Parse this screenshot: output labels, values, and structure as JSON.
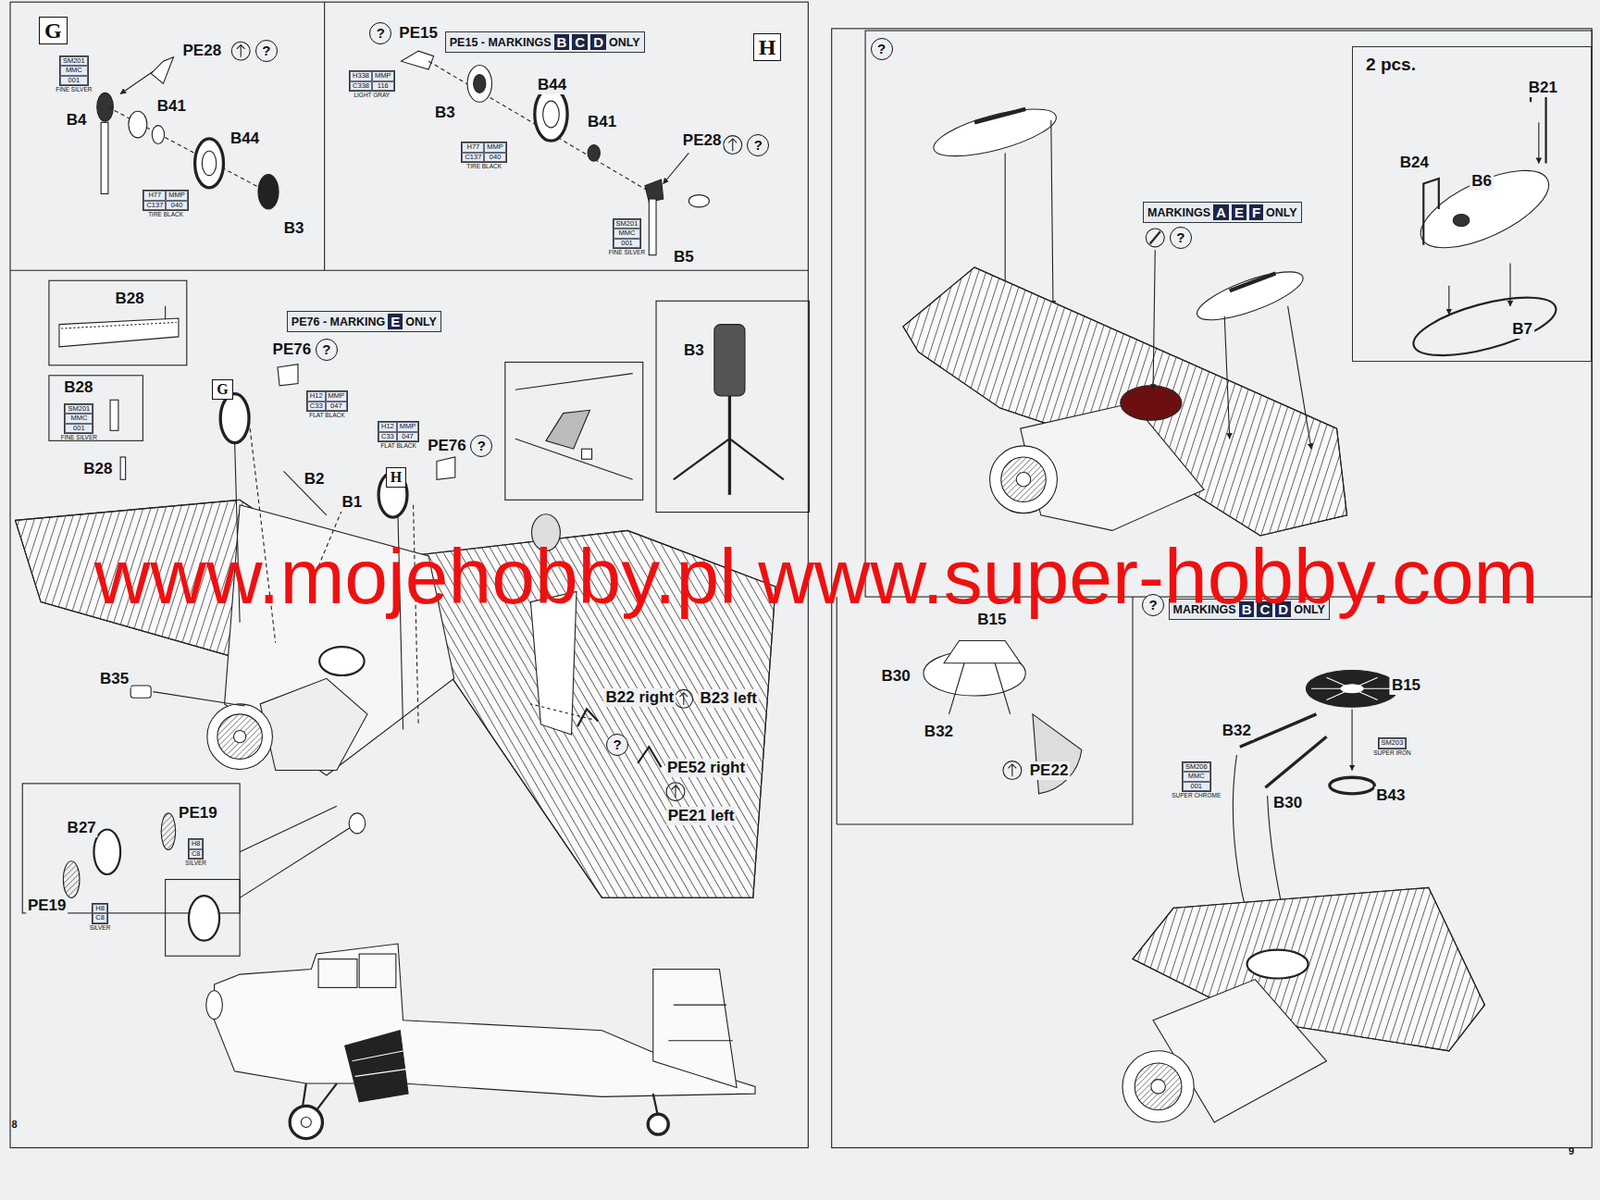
{
  "diagram": {
    "nodes": [
      {
        "text": [
          "G"
        ]
      },
      {
        "text": [
          "SM201",
          "MMC",
          "001",
          "FINE SILVER"
        ]
      },
      {
        "text": [
          "H77",
          "MMP",
          "C137",
          "040",
          "TIRE BLACK"
        ]
      },
      {
        "text": [
          "PE15 - MARKINGS",
          "B",
          "C",
          "D",
          "ONLY"
        ]
      },
      {
        "text": [
          "H"
        ]
      },
      {
        "text": [
          "H338",
          "MMP",
          "C338",
          "116",
          "LIGHT GRAY"
        ]
      },
      {
        "text": [
          "H77",
          "MMP",
          "C137",
          "040",
          "TIRE BLACK"
        ]
      },
      {
        "text": [
          "SM201",
          "MMC",
          "001",
          "FINE SILVER"
        ]
      },
      {
        "text": [
          "SM201",
          "MMC",
          "001",
          "FINE SILVER"
        ]
      },
      {
        "text": [
          "PE76 - MARKING",
          "E",
          "ONLY"
        ]
      },
      {
        "text": [
          "G"
        ]
      },
      {
        "text": [
          "H12",
          "MMP",
          "C33",
          "047",
          "FLAT BLACK"
        ]
      },
      {
        "text": [
          "H12",
          "MMP",
          "C33",
          "047",
          "FLAT BLACK"
        ]
      },
      {
        "text": [
          "H"
        ]
      },
      {
        "text": [
          "H8",
          "C8",
          "SILVER"
        ]
      },
      {
        "text": [
          "H8",
          "C8",
          "SILVER"
        ]
      },
      {
        "text": [
          "MARKINGS",
          "A",
          "E",
          "F",
          "ONLY"
        ]
      },
      {
        "text": [
          "2 pcs."
        ]
      },
      {
        "text": [
          "MARKINGS",
          "B",
          "C",
          "D",
          "ONLY"
        ]
      },
      {
        "text": [
          "SM203",
          "SUPER IRON"
        ]
      },
      {
        "text": [
          "SM206",
          "MMC",
          "001",
          "SUPER CHROME"
        ]
      }
    ],
    "labels": [
      "PE28",
      "?",
      "B4",
      "B41",
      "B44",
      "B3",
      "?",
      "PE15",
      "B3",
      "B44",
      "B41",
      "PE28",
      "?",
      "B5",
      "B28",
      "B28",
      "B28",
      "PE76",
      "?",
      "B2",
      "B1",
      "PE76",
      "?",
      "B3",
      "B35",
      "B22 right",
      "B23 left",
      "?",
      "PE52 right",
      "PE21 left",
      "B27",
      "PE19",
      "PE19",
      "8",
      "?",
      "?",
      "B21",
      "B24",
      "B6",
      "B7",
      "www.mojehobby.pl www.super-hobby.com",
      "B15",
      "B30",
      "B32",
      "PE22",
      "?",
      "B15",
      "B32",
      "B30",
      "B43",
      "9"
    ]
  }
}
